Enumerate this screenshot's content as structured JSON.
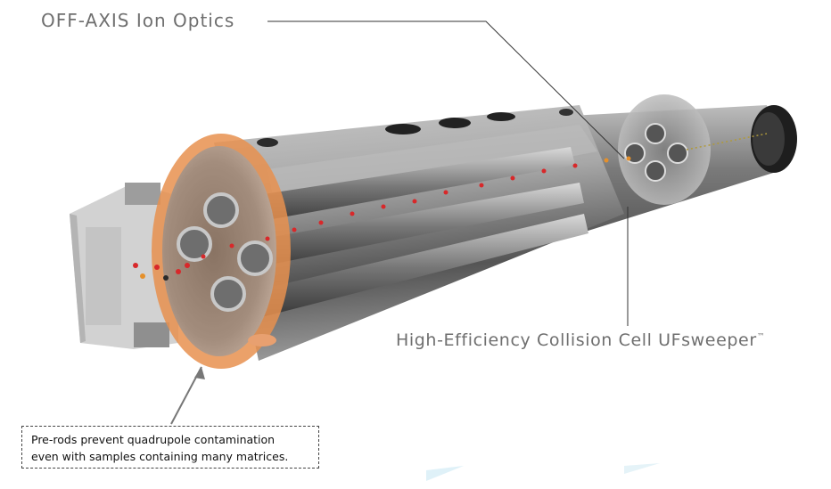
{
  "labels": {
    "off_axis": "OFF-AXIS Ion Optics",
    "collision_cell": "High-Efficiency Collision Cell UFsweeper",
    "collision_cell_tm": "™"
  },
  "callout": {
    "line1": "Pre-rods prevent quadrupole contamination",
    "line2": "even with samples containing many matrices."
  },
  "colors": {
    "label_text": "#6f6f6f",
    "highlight_ring": "#e8904f",
    "ion_red": "#d8282a",
    "ion_orange": "#e5902b",
    "ion_dark": "#2a2a2a",
    "metal": "#8a8a8a"
  }
}
